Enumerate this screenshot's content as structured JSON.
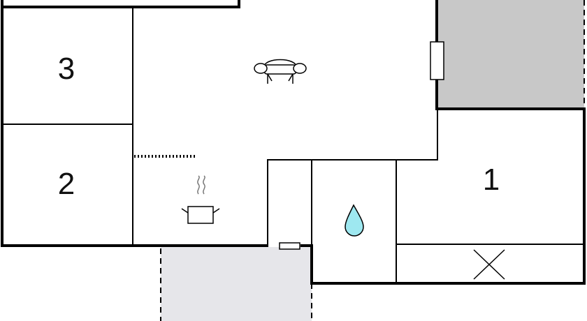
{
  "floorplan": {
    "rooms": [
      {
        "id": "bedroom-3",
        "label": "3"
      },
      {
        "id": "bedroom-2",
        "label": "2"
      },
      {
        "id": "bedroom-1",
        "label": "1"
      }
    ],
    "icons": {
      "living": "sofa-icon",
      "kitchen": "cooking-pot-icon",
      "bathroom": "water-drop-icon",
      "storage": "cross-mark-icon"
    },
    "colors": {
      "wall": "#000000",
      "terrace_dark": "#c8c8c8",
      "terrace_light": "#e6e6ea",
      "water_drop": "#9ee8f0"
    }
  }
}
